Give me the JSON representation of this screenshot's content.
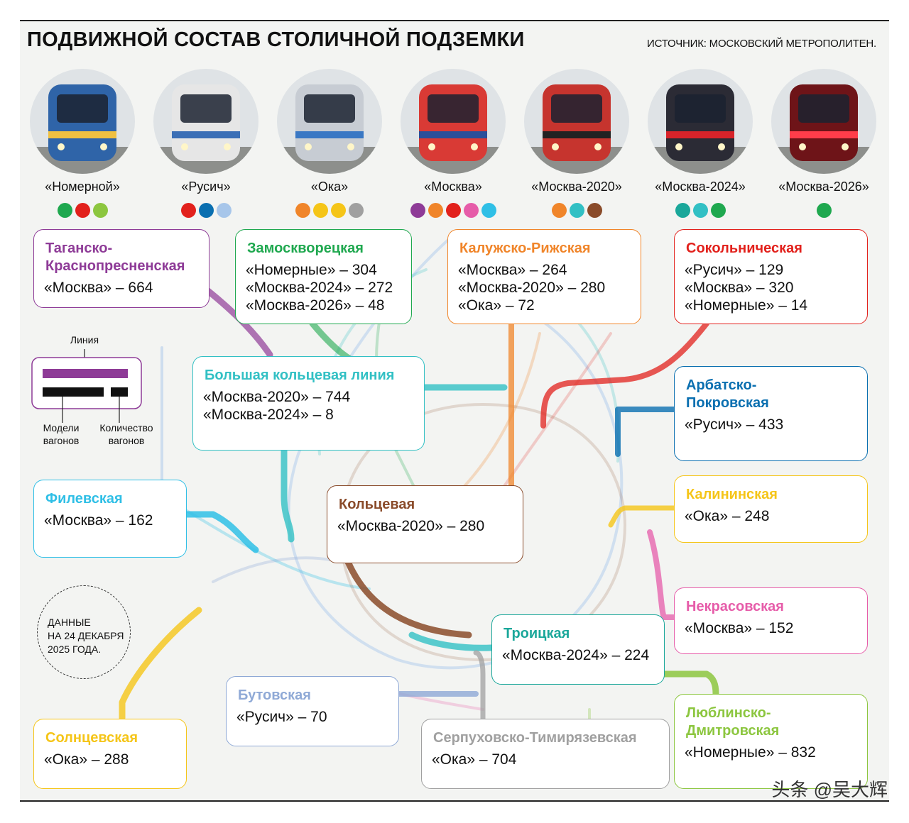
{
  "title": "ПОДВИЖНОЙ СОСТАВ СТОЛИЧНОЙ ПОДЗЕМКИ",
  "source": "ИСТОЧНИК: МОСКОВСКИЙ МЕТРОПОЛИТЕН.",
  "colors": {
    "purple": "#8e3b97",
    "green": "#1fa84f",
    "orange": "#f0852a",
    "red": "#e2211c",
    "teal": "#32c0c4",
    "blue": "#0a6fb0",
    "lightblue": "#2fbfe6",
    "yellow": "#f5c518",
    "pink": "#e65ca9",
    "brown": "#8a4b2a",
    "gray": "#a0a0a0",
    "lightgreen": "#8cc63f",
    "cyan": "#3cc8d8",
    "bluegray": "#8fa9d6",
    "sky": "#a7c6ea"
  },
  "trains": [
    {
      "name": "«Номерной»",
      "dots": [
        "#1fa84f",
        "#e2211c",
        "#8cc63f"
      ],
      "body": "#2f64a8",
      "accent": "#f0c040"
    },
    {
      "name": "«Русич»",
      "dots": [
        "#e2211c",
        "#0a6fb0",
        "#a7c6ea"
      ],
      "body": "#e6e6e6",
      "accent": "#3b6fb6"
    },
    {
      "name": "«Ока»",
      "dots": [
        "#f0852a",
        "#f5c518",
        "#f5c518",
        "#a0a0a0"
      ],
      "body": "#c7ccd3",
      "accent": "#3a78c4"
    },
    {
      "name": "«Москва»",
      "dots": [
        "#8e3b97",
        "#f0852a",
        "#e2211c",
        "#e65ca9",
        "#2fbfe6"
      ],
      "body": "#d93a35",
      "accent": "#2a4f9a"
    },
    {
      "name": "«Москва-2020»",
      "dots": [
        "#f0852a",
        "#32c0c4",
        "#8a4b2a"
      ],
      "body": "#c6342e",
      "accent": "#222"
    },
    {
      "name": "«Москва-2024»",
      "dots": [
        "#1aa79a",
        "#32c0c4",
        "#1fa84f"
      ],
      "body": "#2b2b35",
      "accent": "#d8232a"
    },
    {
      "name": "«Москва-2026»",
      "dots": [
        "#1fa84f"
      ],
      "body": "#6e1418",
      "accent": "#ff3d4a"
    }
  ],
  "legend": {
    "line": "Линия",
    "models": "Модели\nвагонов",
    "count": "Количество\nвагонов"
  },
  "note": "ДАННЫЕ\nНА 24 ДЕКАБРЯ\n2025 ГОДА.",
  "lines": [
    {
      "id": "tagansko",
      "name_lines": [
        "Таганско-",
        "Краснопресненская"
      ],
      "color": "#8e3b97",
      "rows": [
        "«Москва» – 664"
      ]
    },
    {
      "id": "zamoskvoretskaya",
      "name_lines": [
        "Замоскворецкая"
      ],
      "color": "#1fa84f",
      "rows": [
        "«Номерные» – 304",
        "«Москва-2024» – 272",
        "«Москва-2026» – 48"
      ]
    },
    {
      "id": "kaluzhsko",
      "name_lines": [
        "Калужско-Рижская"
      ],
      "color": "#f0852a",
      "rows": [
        "«Москва» – 264",
        "«Москва-2020» – 280",
        "«Ока» – 72"
      ]
    },
    {
      "id": "sokolnicheskaya",
      "name_lines": [
        "Сокольническая"
      ],
      "color": "#e2211c",
      "rows": [
        "«Русич» – 129",
        "«Москва» – 320",
        "«Номерные» – 14"
      ]
    },
    {
      "id": "bkl",
      "name_lines": [
        "Большая кольцевая линия"
      ],
      "color": "#32c0c4",
      "rows": [
        "«Москва-2020» – 744",
        "«Москва-2024» – 8"
      ]
    },
    {
      "id": "arbatsko",
      "name_lines": [
        "Арбатско-",
        "Покровская"
      ],
      "color": "#0a6fb0",
      "rows": [
        "«Русич» – 433"
      ]
    },
    {
      "id": "filevskaya",
      "name_lines": [
        "Филевская"
      ],
      "color": "#2fbfe6",
      "rows": [
        "«Москва» – 162"
      ]
    },
    {
      "id": "koltsevaya",
      "name_lines": [
        "Кольцевая"
      ],
      "color": "#8a4b2a",
      "rows": [
        "«Москва-2020» – 280"
      ]
    },
    {
      "id": "kalininskaya",
      "name_lines": [
        "Калининская"
      ],
      "color": "#f5c518",
      "rows": [
        "«Ока» – 248"
      ]
    },
    {
      "id": "nekrasovskaya",
      "name_lines": [
        "Некрасовская"
      ],
      "color": "#e65ca9",
      "rows": [
        "«Москва» – 152"
      ]
    },
    {
      "id": "troitskaya",
      "name_lines": [
        "Троицкая"
      ],
      "color": "#1aa79a",
      "rows": [
        "«Москва-2024» – 224"
      ]
    },
    {
      "id": "butovskaya",
      "name_lines": [
        "Бутовская"
      ],
      "color": "#8fa9d6",
      "rows": [
        "«Русич» – 70"
      ]
    },
    {
      "id": "serpukhovsko",
      "name_lines": [
        "Серпуховско-Тимирязевская"
      ],
      "color": "#a0a0a0",
      "rows": [
        "«Ока» – 704"
      ]
    },
    {
      "id": "lyublinsko",
      "name_lines": [
        "Люблинско-",
        "Дмитровская"
      ],
      "color": "#8cc63f",
      "rows": [
        "«Номерные» – 832"
      ]
    },
    {
      "id": "solntsevskaya",
      "name_lines": [
        "Солнцевская"
      ],
      "color": "#f5c518",
      "rows": [
        "«Ока» – 288"
      ]
    }
  ],
  "watermark": "头条 @吴大辉"
}
